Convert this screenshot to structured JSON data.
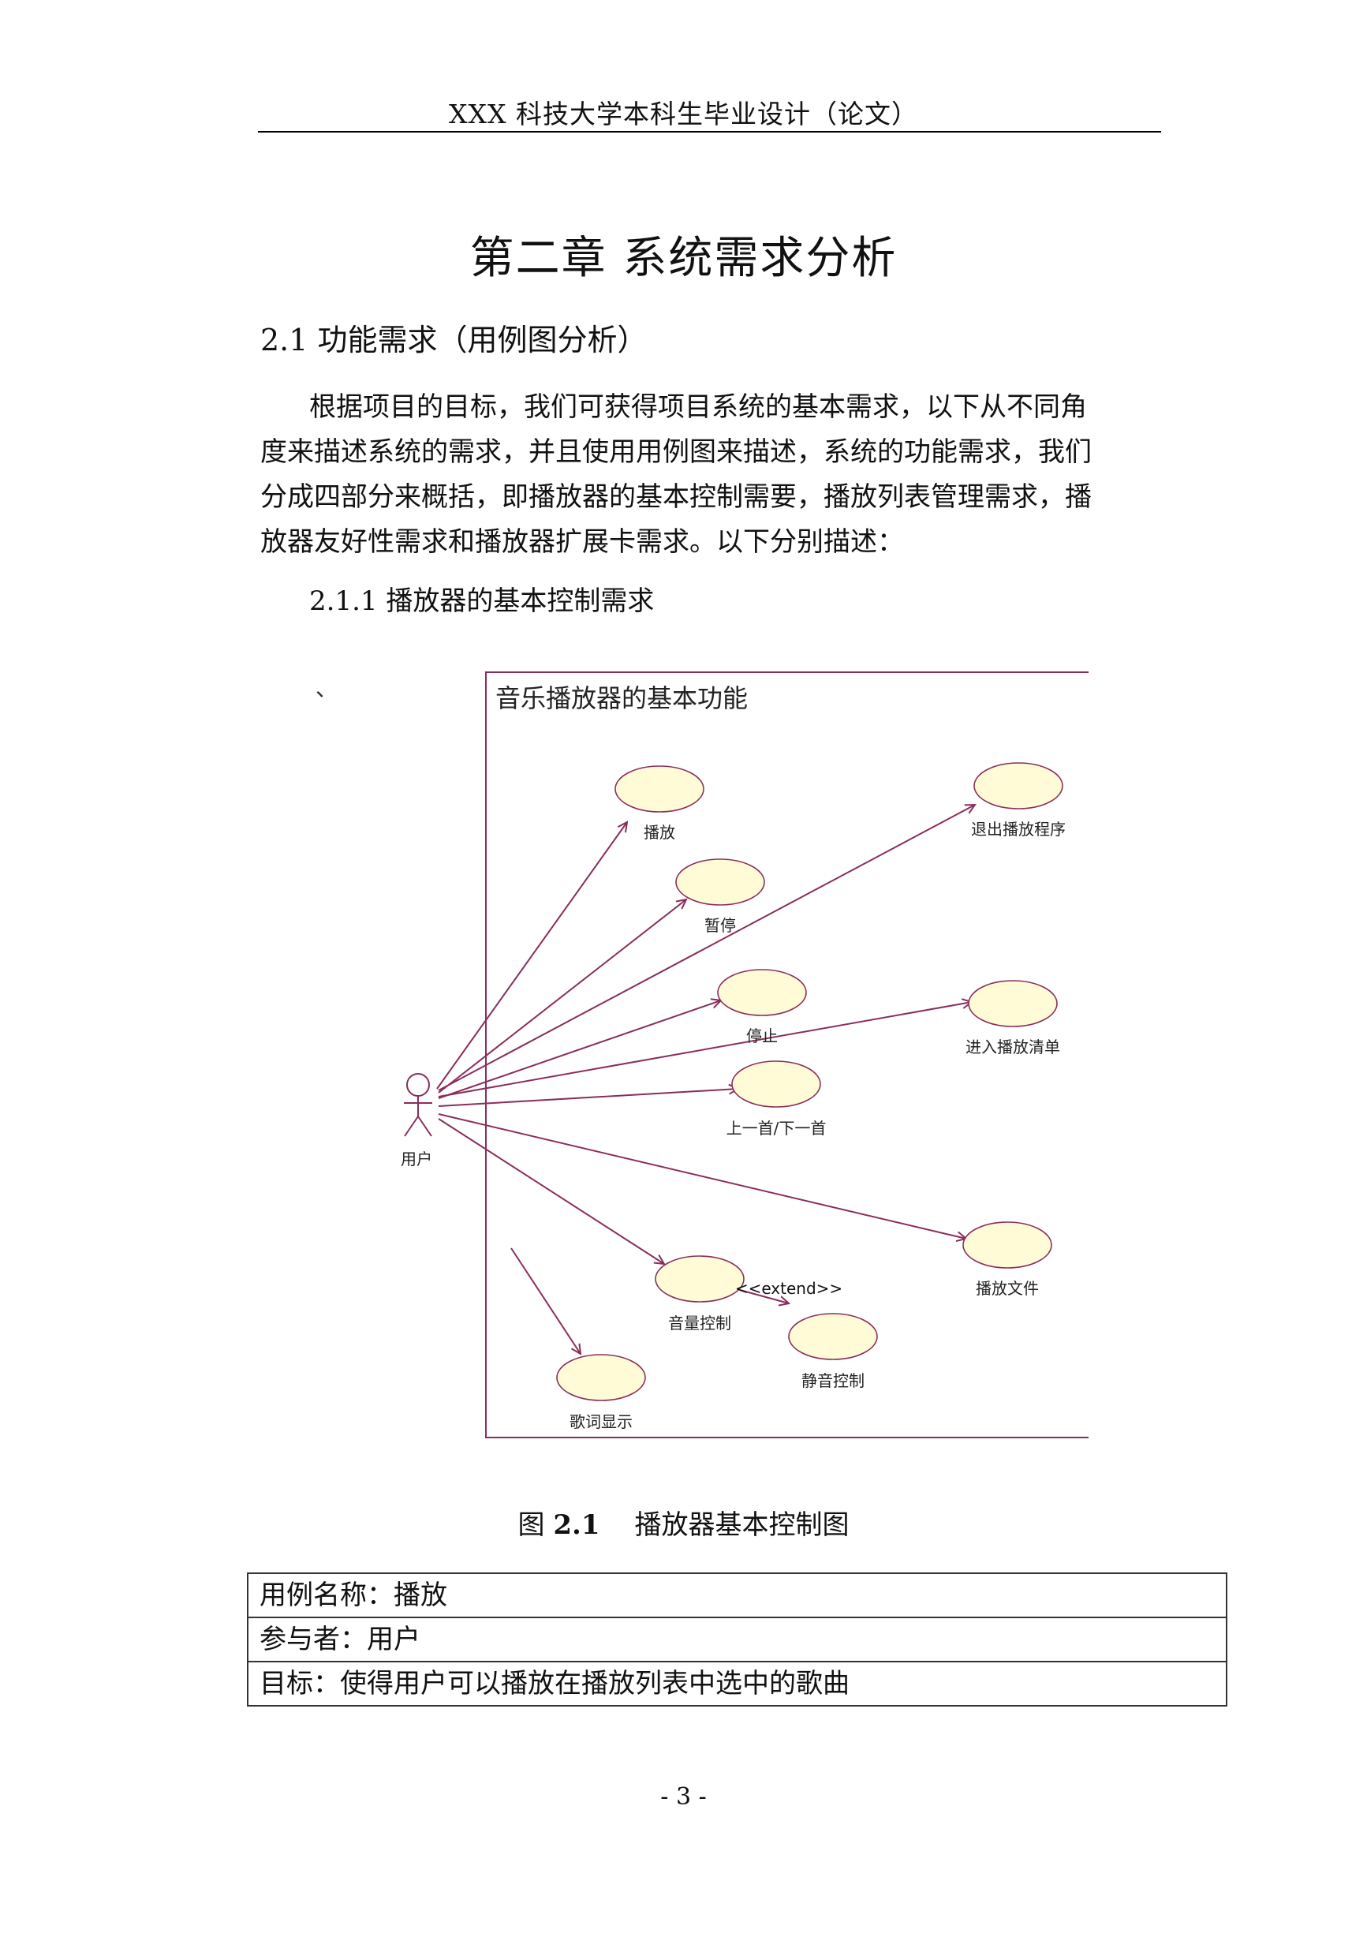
{
  "header": {
    "text": "XXX 科技大学本科生毕业设计（论文）"
  },
  "chapter_title": "第二章  系统需求分析",
  "section": {
    "title": "2.1  功能需求（用例图分析）"
  },
  "intro_lines": [
    "根据项目的目标，我们可获得项目系统的基本需求，以下从不同角",
    "度来描述系统的需求，并且使用用例图来描述，系统的功能需求，我们",
    "分成四部分来概括，即播放器的基本控制需要，播放列表管理需求，播",
    "放器友好性需求和播放器扩展卡需求。以下分别描述："
  ],
  "subsection": {
    "title": "2.1.1  播放器的基本控制需求"
  },
  "diagram": {
    "stray_mark": "、",
    "boundary_title": "音乐播放器的基本功能",
    "actor_label": "用户",
    "use_cases": {
      "play": "播放",
      "pause": "暂停",
      "stop": "停止",
      "prev_next": "上一首/下一首",
      "volume": "音量控制",
      "mute": "静音控制",
      "lyrics": "歌词显示",
      "exit": "退出播放程序",
      "playlist": "进入播放清单",
      "playfile": "播放文件"
    },
    "extend_label": "<<extend>>",
    "colors": {
      "boundary": "#8a2d5c",
      "ellipse_fill": "#fffbd6",
      "ellipse_stroke": "#8a2d5c",
      "arrow": "#8a2d5c"
    }
  },
  "figure": {
    "prefix": "图 ",
    "number": "2.1",
    "title": "播放器基本控制图"
  },
  "table": {
    "rows": [
      "用例名称：播放",
      "参与者：用户",
      "目标：使得用户可以播放在播放列表中选中的歌曲"
    ]
  },
  "page_number": "- 3 -"
}
